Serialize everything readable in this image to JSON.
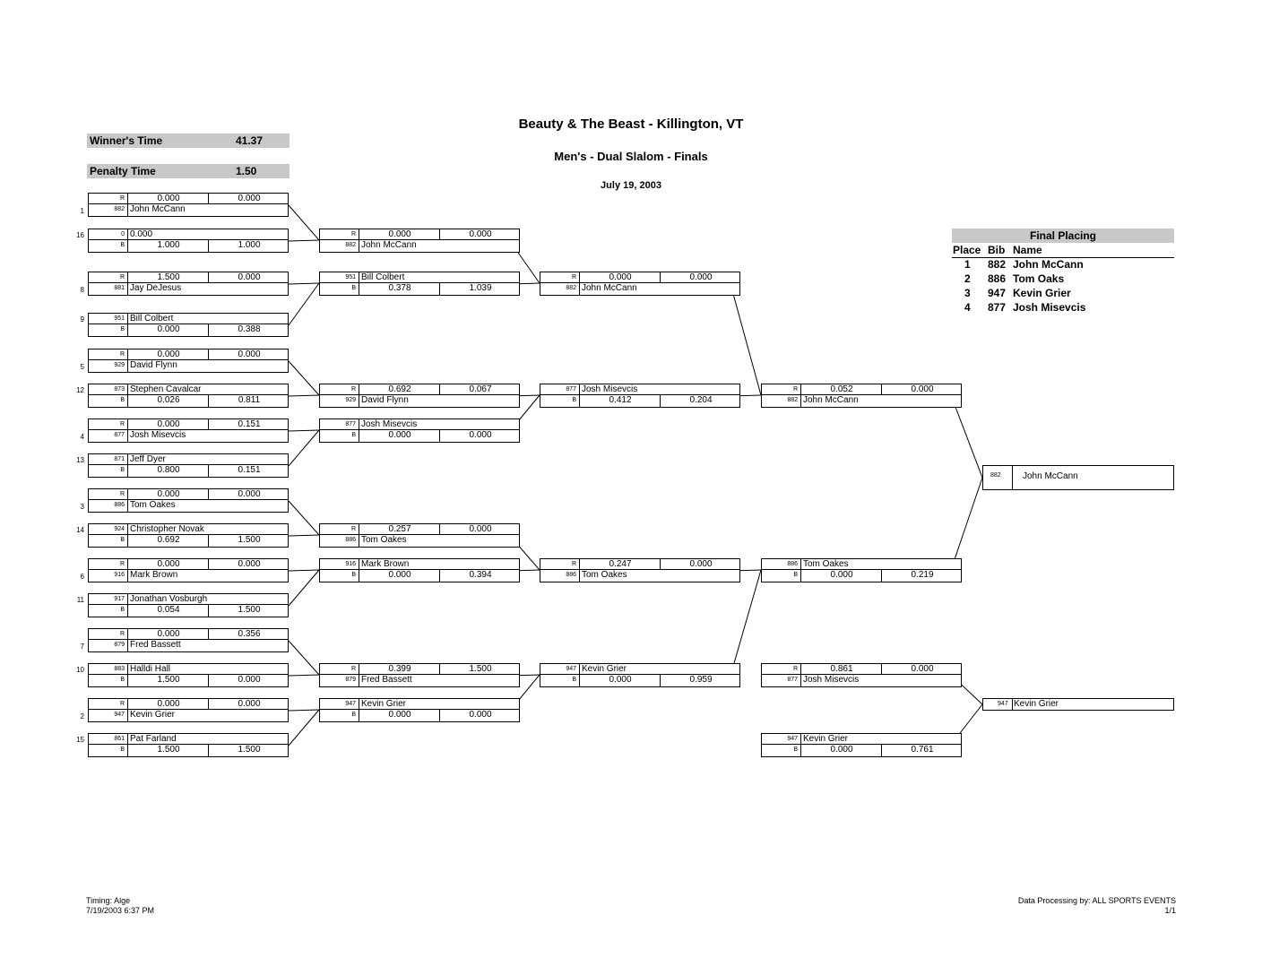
{
  "header": {
    "title": "Beauty & The Beast  - Killington, VT",
    "subtitle": "Men's - Dual Slalom - Finals",
    "date": "July 19, 2003"
  },
  "info": {
    "winners_time_label": "Winner's Time",
    "winners_time_value": "41.37",
    "penalty_time_label": "Penalty Time",
    "penalty_time_value": "1.50"
  },
  "labels": {
    "r": "R",
    "b": "B"
  },
  "seeds": [
    "1",
    "16",
    "8",
    "9",
    "5",
    "12",
    "4",
    "13",
    "3",
    "14",
    "6",
    "11",
    "7",
    "10",
    "2",
    "15"
  ],
  "round1": [
    {
      "top": {
        "type": "times",
        "v1": "0.000",
        "v2": "0.000"
      },
      "bot": {
        "type": "name",
        "bib": "882",
        "name": "John McCann"
      }
    },
    {
      "top": {
        "type": "name",
        "bib": "0",
        "name": "0.000"
      },
      "bot": {
        "type": "times",
        "v1": "1.000",
        "v2": "1.000"
      }
    },
    {
      "top": {
        "type": "times",
        "v1": "1.500",
        "v2": "0.000"
      },
      "bot": {
        "type": "name",
        "bib": "881",
        "name": "Jay DeJesus"
      }
    },
    {
      "top": {
        "type": "name",
        "bib": "951",
        "name": "Bill Colbert"
      },
      "bot": {
        "type": "times",
        "v1": "0.000",
        "v2": "0.388"
      }
    },
    {
      "top": {
        "type": "times",
        "v1": "0.000",
        "v2": "0.000"
      },
      "bot": {
        "type": "name",
        "bib": "929",
        "name": "David Flynn"
      }
    },
    {
      "top": {
        "type": "name",
        "bib": "873",
        "name": "Stephen Cavalcar"
      },
      "bot": {
        "type": "times",
        "v1": "0.026",
        "v2": "0.811"
      }
    },
    {
      "top": {
        "type": "times",
        "v1": "0.000",
        "v2": "0.151"
      },
      "bot": {
        "type": "name",
        "bib": "877",
        "name": "Josh Misevcis"
      }
    },
    {
      "top": {
        "type": "name",
        "bib": "871",
        "name": "Jeff Dyer"
      },
      "bot": {
        "type": "times",
        "v1": "0.800",
        "v2": "0.151"
      }
    },
    {
      "top": {
        "type": "times",
        "v1": "0.000",
        "v2": "0.000"
      },
      "bot": {
        "type": "name",
        "bib": "886",
        "name": "Tom Oakes"
      }
    },
    {
      "top": {
        "type": "name",
        "bib": "924",
        "name": "Christopher Novak"
      },
      "bot": {
        "type": "times",
        "v1": "0.692",
        "v2": "1.500"
      }
    },
    {
      "top": {
        "type": "times",
        "v1": "0.000",
        "v2": "0.000"
      },
      "bot": {
        "type": "name",
        "bib": "916",
        "name": "Mark Brown"
      }
    },
    {
      "top": {
        "type": "name",
        "bib": "917",
        "name": "Jonathan Vosburgh"
      },
      "bot": {
        "type": "times",
        "v1": "0.054",
        "v2": "1.500"
      }
    },
    {
      "top": {
        "type": "times",
        "v1": "0.000",
        "v2": "0.356"
      },
      "bot": {
        "type": "name",
        "bib": "879",
        "name": "Fred Bassett"
      }
    },
    {
      "top": {
        "type": "name",
        "bib": "883",
        "name": "Halldi Hall"
      },
      "bot": {
        "type": "times",
        "v1": "1.500",
        "v2": "0.000"
      }
    },
    {
      "top": {
        "type": "times",
        "v1": "0.000",
        "v2": "0.000"
      },
      "bot": {
        "type": "name",
        "bib": "947",
        "name": "Kevin Grier"
      }
    },
    {
      "top": {
        "type": "name",
        "bib": "861",
        "name": "Pat Farland"
      },
      "bot": {
        "type": "times",
        "v1": "1.500",
        "v2": "1.500"
      }
    }
  ],
  "round2": [
    {
      "top": {
        "type": "times",
        "v1": "0.000",
        "v2": "0.000"
      },
      "bot": {
        "type": "name",
        "bib": "882",
        "name": "John McCann"
      }
    },
    {
      "top": {
        "type": "name",
        "bib": "951",
        "name": "Bill Colbert"
      },
      "bot": {
        "type": "times",
        "v1": "0.378",
        "v2": "1.039"
      }
    },
    {
      "top": {
        "type": "times",
        "v1": "0.692",
        "v2": "0.067"
      },
      "bot": {
        "type": "name",
        "bib": "929",
        "name": "David Flynn"
      }
    },
    {
      "top": {
        "type": "name",
        "bib": "877",
        "name": "Josh Misevcis"
      },
      "bot": {
        "type": "times",
        "v1": "0.000",
        "v2": "0.000"
      }
    },
    {
      "top": {
        "type": "times",
        "v1": "0.257",
        "v2": "0.000"
      },
      "bot": {
        "type": "name",
        "bib": "886",
        "name": "Tom Oakes"
      }
    },
    {
      "top": {
        "type": "name",
        "bib": "916",
        "name": "Mark Brown"
      },
      "bot": {
        "type": "times",
        "v1": "0.000",
        "v2": "0.394"
      }
    },
    {
      "top": {
        "type": "times",
        "v1": "0.399",
        "v2": "1.500"
      },
      "bot": {
        "type": "name",
        "bib": "879",
        "name": "Fred Bassett"
      }
    },
    {
      "top": {
        "type": "name",
        "bib": "947",
        "name": "Kevin Grier"
      },
      "bot": {
        "type": "times",
        "v1": "0.000",
        "v2": "0.000"
      }
    }
  ],
  "round3": [
    {
      "top": {
        "type": "times",
        "v1": "0.000",
        "v2": "0.000"
      },
      "bot": {
        "type": "name",
        "bib": "882",
        "name": "John McCann"
      }
    },
    {
      "top": {
        "type": "name",
        "bib": "877",
        "name": "Josh Misevcis"
      },
      "bot": {
        "type": "times",
        "v1": "0.412",
        "v2": "0.204"
      }
    },
    {
      "top": {
        "type": "times",
        "v1": "0.247",
        "v2": "0.000"
      },
      "bot": {
        "type": "name",
        "bib": "886",
        "name": "Tom Oakes"
      }
    },
    {
      "top": {
        "type": "name",
        "bib": "947",
        "name": "Kevin Grier"
      },
      "bot": {
        "type": "times",
        "v1": "0.000",
        "v2": "0.959"
      }
    }
  ],
  "round4": [
    {
      "top": {
        "type": "times",
        "v1": "0.052",
        "v2": "0.000"
      },
      "bot": {
        "type": "name",
        "bib": "882",
        "name": "John McCann"
      }
    },
    {
      "top": {
        "type": "name",
        "bib": "886",
        "name": "Tom Oakes"
      },
      "bot": {
        "type": "times",
        "v1": "0.000",
        "v2": "0.219"
      }
    }
  ],
  "consolation": [
    {
      "top": {
        "type": "times",
        "v1": "0.861",
        "v2": "0.000"
      },
      "bot": {
        "type": "name",
        "bib": "877",
        "name": "Josh Misevcis"
      }
    },
    {
      "top": {
        "type": "name",
        "bib": "947",
        "name": "Kevin Grier"
      },
      "bot": {
        "type": "times",
        "v1": "0.000",
        "v2": "0.761"
      }
    }
  ],
  "champion": {
    "bib": "882",
    "name": "John McCann"
  },
  "third_place": {
    "bib": "947",
    "name": "Kevin Grier"
  },
  "final_placing": {
    "title": "Final Placing",
    "col_place": "Place",
    "col_bib": "Bib",
    "col_name": "Name",
    "rows": [
      {
        "place": "1",
        "bib": "882",
        "name": "John McCann"
      },
      {
        "place": "2",
        "bib": "886",
        "name": "Tom Oaks"
      },
      {
        "place": "3",
        "bib": "947",
        "name": "Kevin Grier"
      },
      {
        "place": "4",
        "bib": "877",
        "name": "Josh Misevcis"
      }
    ]
  },
  "footer": {
    "timing": "Timing: Alge",
    "timestamp": "7/19/2003 6:37 PM",
    "processing": "Data Processing by: ALL SPORTS EVENTS",
    "page": "1/1"
  }
}
